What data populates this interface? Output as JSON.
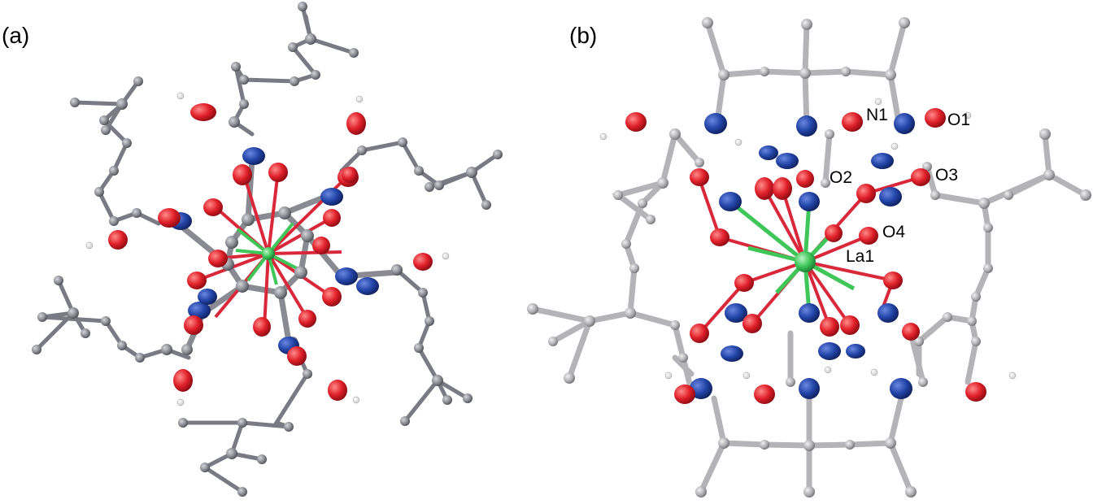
{
  "panels": [
    {
      "label": "(a)"
    },
    {
      "label": "(b)"
    }
  ],
  "atom_labels": [
    "N1",
    "O1",
    "O2",
    "O3",
    "O4",
    "La1"
  ],
  "colors": {
    "carbon": "#8a8a92",
    "carbon_b": "#b4b4b8",
    "oxygen": "#e0202a",
    "nitrogen": "#2345a8",
    "lanthanum": "#3ec659",
    "hydrogen": "#ffffff",
    "bond_la": "#3ec659",
    "bond_o": "#d8283a"
  }
}
